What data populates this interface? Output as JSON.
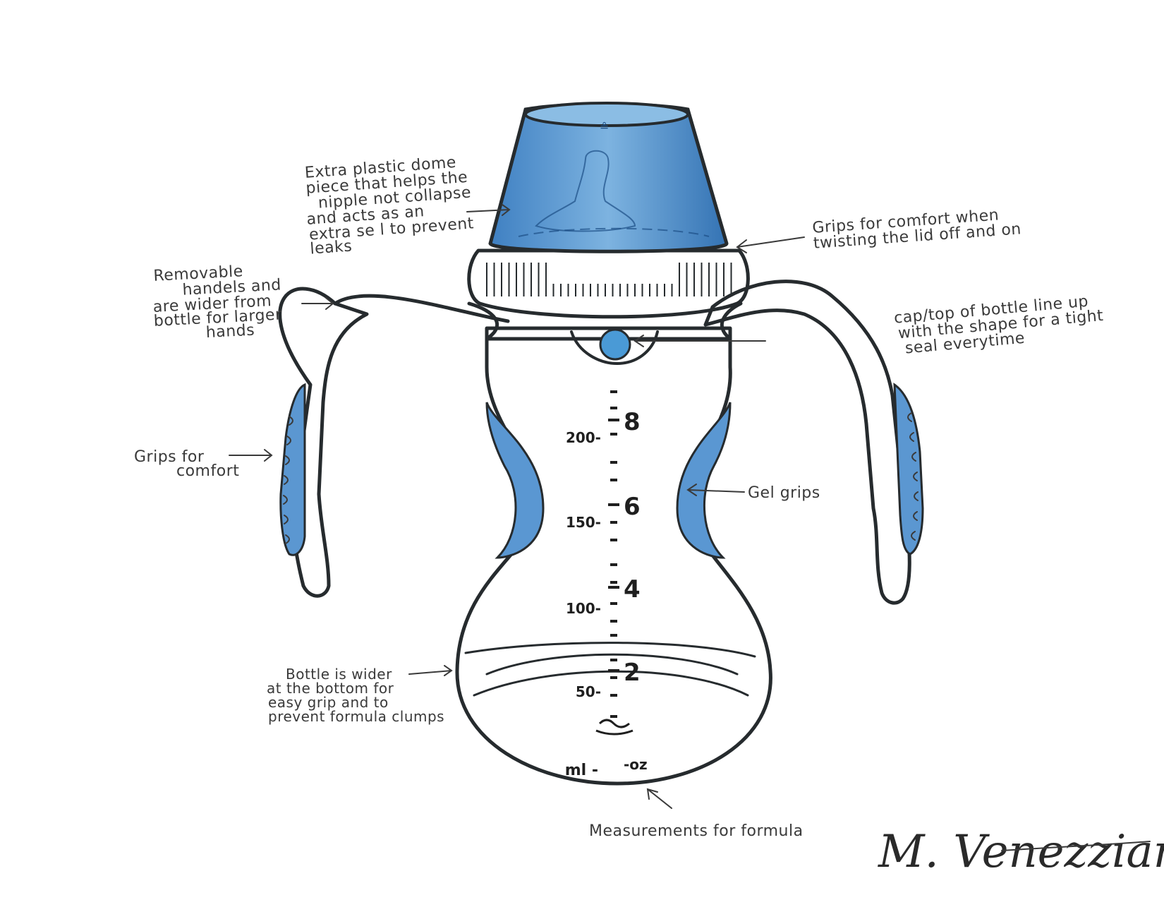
{
  "annotations": {
    "dome": [
      "Extra plastic dome",
      "piece that helps the",
      "nipple not collapse",
      "and acts as an",
      "extra se l to prevent",
      "leaks"
    ],
    "lid_grips": [
      "Grips for comfort when",
      "twisting the lid off and on"
    ],
    "handles": [
      "Removable",
      "handels and",
      "are wider from",
      "bottle for larger",
      "hands"
    ],
    "cap_seal": [
      "cap/top of bottle  line up",
      "with the shape for a tight",
      "seal everytime"
    ],
    "handle_grips": [
      "Grips for",
      "comfort"
    ],
    "gel_grips": [
      "Gel grips"
    ],
    "wide_bottom": [
      "Bottle is wider",
      "at the bottom for",
      "easy grip and to",
      "prevent formula clumps"
    ],
    "measurements": [
      "Measurements for formula"
    ]
  },
  "scale": {
    "oz_labels": [
      "8",
      "6",
      "4",
      "2"
    ],
    "ml_labels": [
      "200",
      "150",
      "100",
      "50"
    ],
    "ml_unit": "ml",
    "oz_unit": "oz"
  },
  "signature": "M. Venezziano",
  "colors": {
    "blue": "#4f8fcb",
    "blue_dark": "#2f6fae",
    "ink": "#262b2e",
    "glass": "#e9f3f8"
  }
}
